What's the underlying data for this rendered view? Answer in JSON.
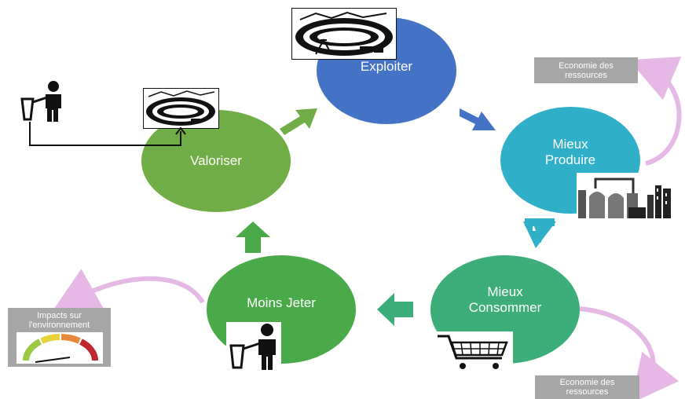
{
  "steps": {
    "exploiter": {
      "label": "Exploiter",
      "color": "#4472c4"
    },
    "mieux_produire": {
      "line1": "Mieux",
      "line2": "Produire",
      "color": "#2fb0c8"
    },
    "mieux_consommer": {
      "line1": "Mieux",
      "line2": "Consommer",
      "color": "#3dae7a"
    },
    "moins_jeter": {
      "label": "Moins Jeter",
      "color": "#4aaa4a"
    },
    "valoriser": {
      "label": "Valoriser",
      "color": "#70ad47"
    }
  },
  "callouts": {
    "economie_top": {
      "line1": "Economie des",
      "line2": "ressources"
    },
    "economie_bottom": {
      "line1": "Economie des",
      "line2": "ressources"
    },
    "impacts": {
      "line1": "Impacts sur",
      "line2": "l'environnement"
    }
  },
  "icons": [
    "mining-scene-icon",
    "factory-icon",
    "shopping-cart-icon",
    "trash-person-icon",
    "gauge-icon"
  ],
  "colors": {
    "curved_arrow": "#e6b8e6",
    "callout_bg": "#a6a6a6"
  }
}
